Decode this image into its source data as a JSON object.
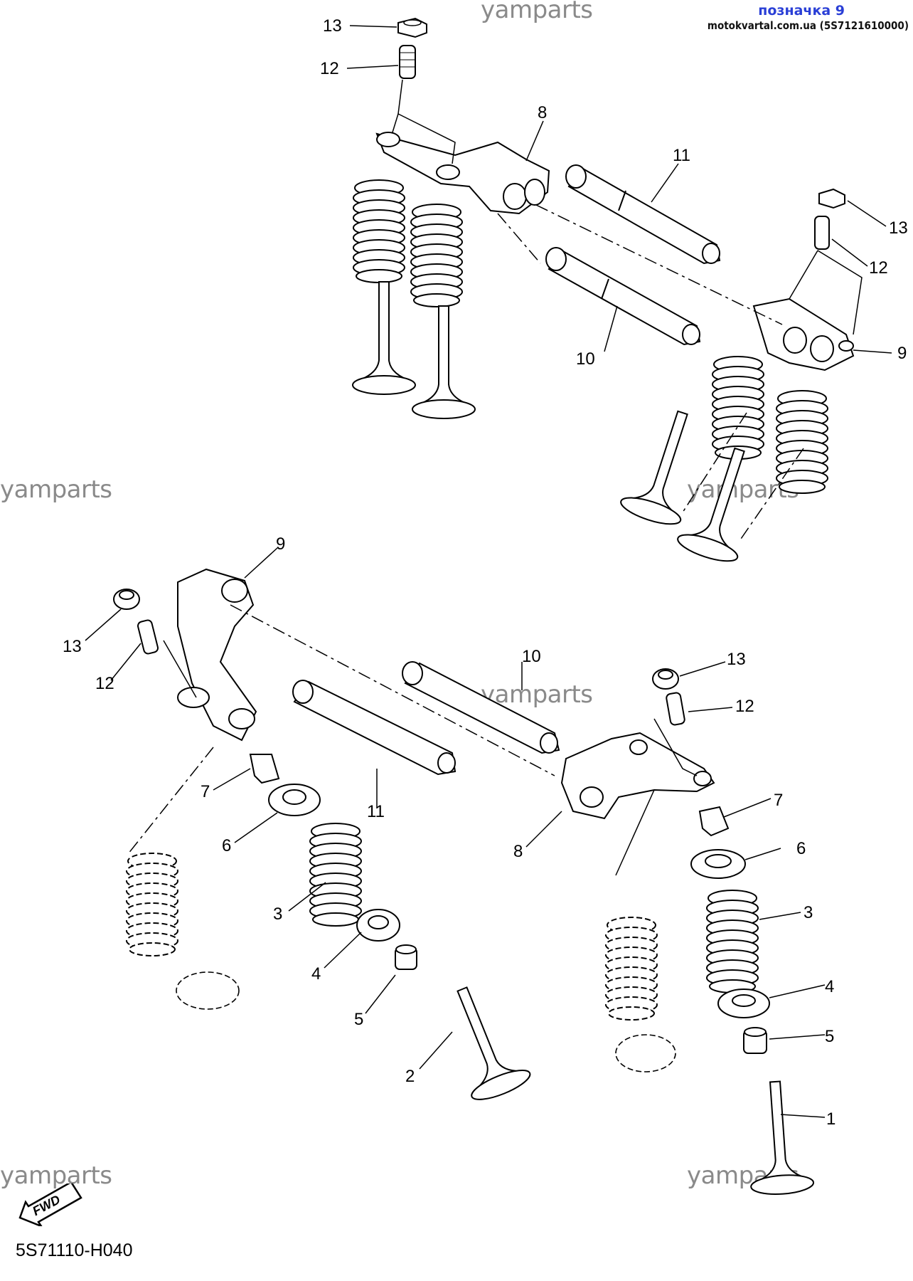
{
  "header": {
    "title": "позначка 9",
    "subtitle": "motokvartal.com.ua (5S7121610000)"
  },
  "watermarks": [
    "yamparts",
    "yamparts",
    "yamparts",
    "yamparts",
    "yamparts",
    "yamparts"
  ],
  "footer": {
    "diagram_code": "5S71110-H040",
    "fwd_label": "FWD"
  },
  "callouts": [
    "1",
    "2",
    "3",
    "3",
    "4",
    "4",
    "5",
    "5",
    "6",
    "6",
    "7",
    "7",
    "8",
    "8",
    "9",
    "9",
    "10",
    "10",
    "11",
    "11",
    "12",
    "12",
    "12",
    "12",
    "13",
    "13",
    "13",
    "13"
  ],
  "icons": [
    "fwd-arrow-icon"
  ]
}
